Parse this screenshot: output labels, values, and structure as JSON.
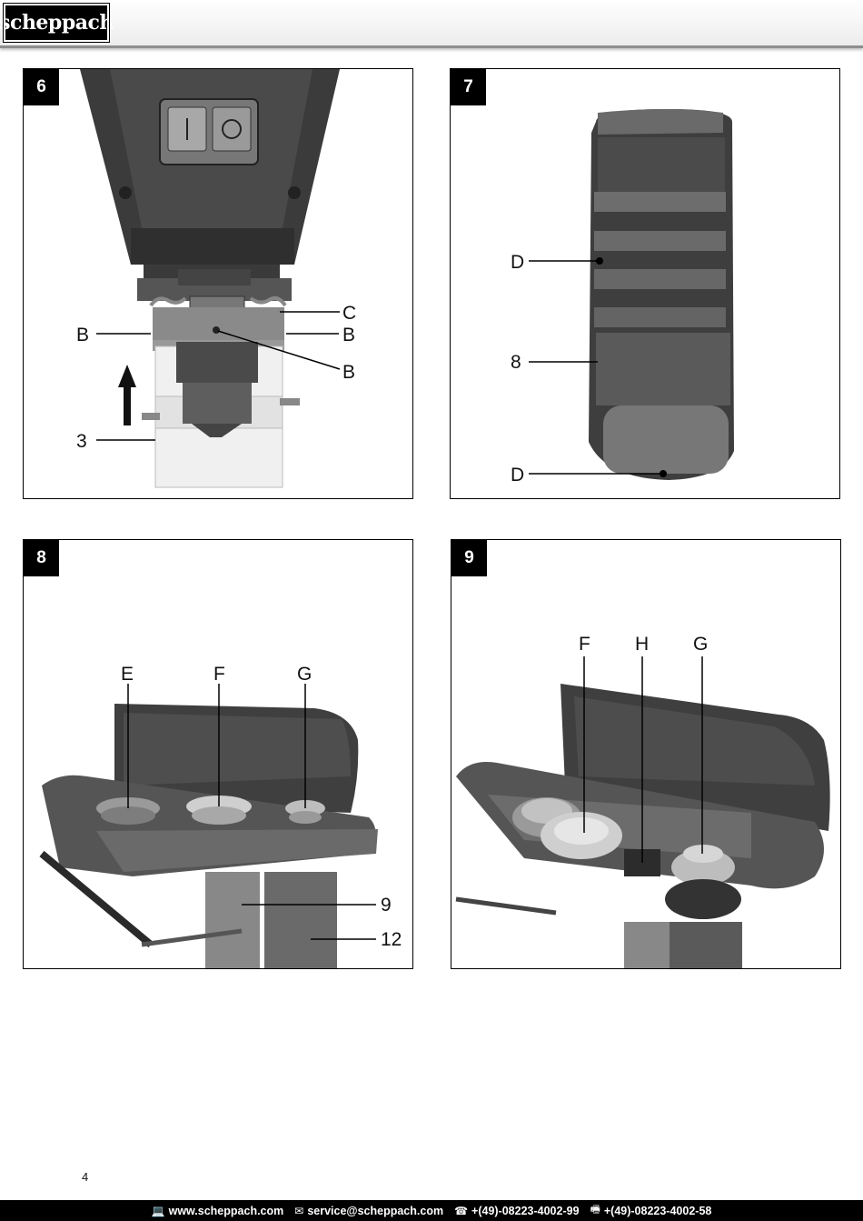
{
  "header": {
    "logo_text": "scheppach"
  },
  "panels": {
    "p6": {
      "number": "6",
      "labels": {
        "c": "C",
        "b_left": "B",
        "b_right": "B",
        "b_lower": "B",
        "three": "3"
      }
    },
    "p7": {
      "number": "7",
      "labels": {
        "d_top": "D",
        "eight": "8",
        "d_bottom": "D"
      }
    },
    "p8": {
      "number": "8",
      "labels": {
        "e": "E",
        "f": "F",
        "g": "G",
        "nine": "9",
        "twelve": "12"
      }
    },
    "p9": {
      "number": "9",
      "labels": {
        "f": "F",
        "h": "H",
        "g": "G"
      }
    }
  },
  "page_number": "4",
  "footer": {
    "website": "www.scheppach.com",
    "email": "service@scheppach.com",
    "phone": "+(49)-08223-4002-99",
    "fax": "+(49)-08223-4002-58",
    "icons": [
      "computer-icon",
      "mail-icon",
      "phone-icon",
      "fax-icon"
    ]
  }
}
